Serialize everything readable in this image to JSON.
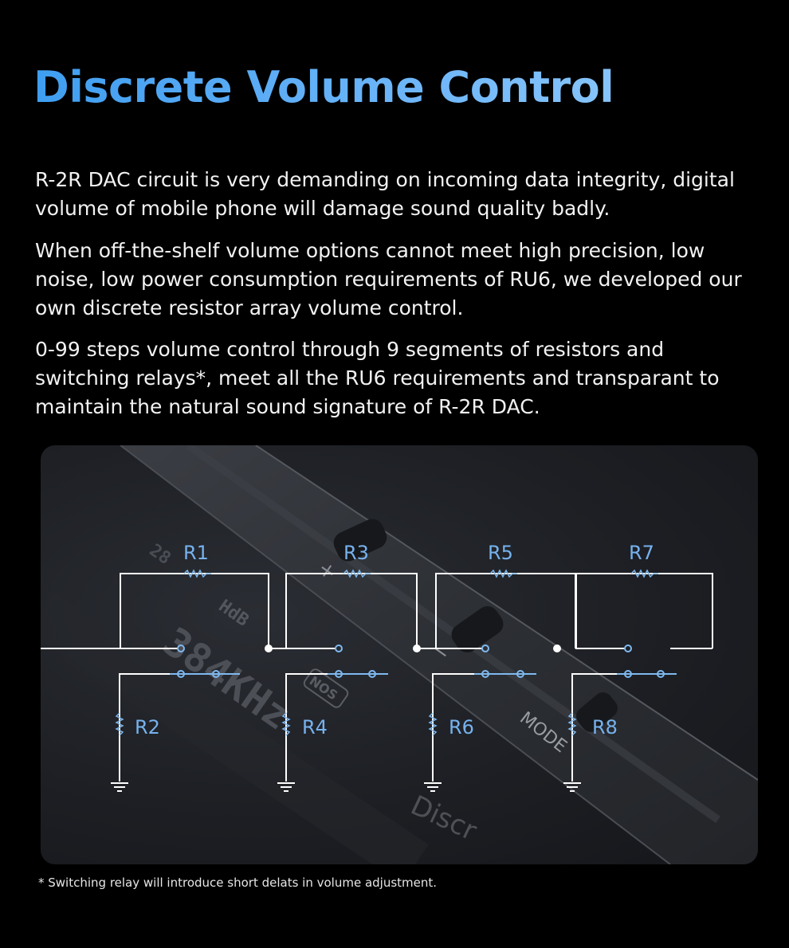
{
  "title": "Discrete Volume Control",
  "paragraphs": [
    "R-2R DAC circuit is very demanding on incoming data integrity, digital volume of mobile phone will damage sound quality badly.",
    "When off-the-shelf volume options cannot meet high precision, low noise, low power consumption requirements of RU6, we developed our own discrete resistor array volume control.",
    "0-99 steps volume control through 9 segments of resistors and switching relays*, meet all the RU6 requirements and transparant to maintain the natural sound signature of R-2R DAC."
  ],
  "diagram": {
    "series_resistors": [
      "R1",
      "R3",
      "R5",
      "R7"
    ],
    "shunt_resistors": [
      "R2",
      "R4",
      "R6",
      "R8"
    ],
    "device_labels": {
      "plus": "+",
      "minus": "−",
      "mode": "MODE",
      "display_rate": "384KHz",
      "display_db": "HdB",
      "display_step": "28",
      "nos": "NOS",
      "brand_partial": "Discr"
    },
    "wire_color": "#ffffff",
    "relay_color": "#7fb9f0",
    "label_color": "#76b2ee"
  },
  "footnote": "* Switching relay will introduce short delats in volume adjustment."
}
